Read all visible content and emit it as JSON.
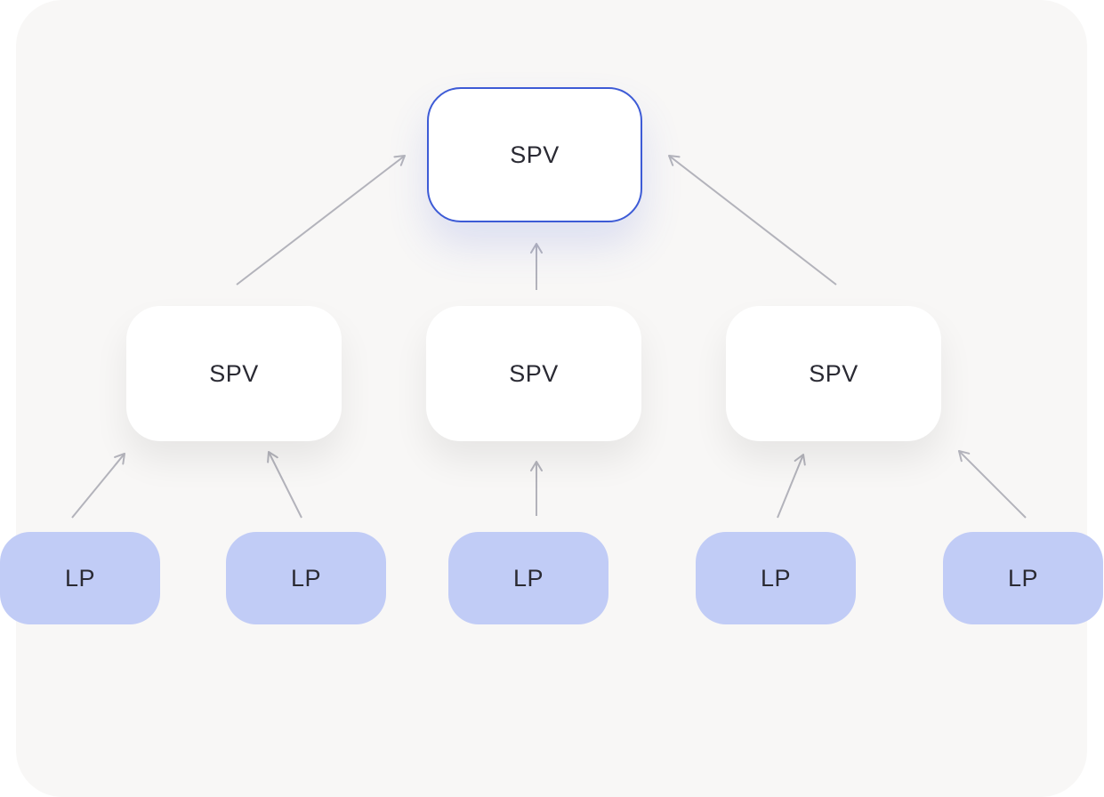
{
  "diagram": {
    "root": {
      "label": "SPV"
    },
    "middle": [
      {
        "label": "SPV"
      },
      {
        "label": "SPV"
      },
      {
        "label": "SPV"
      }
    ],
    "leaves": [
      {
        "label": "LP"
      },
      {
        "label": "LP"
      },
      {
        "label": "LP"
      },
      {
        "label": "LP"
      },
      {
        "label": "LP"
      }
    ],
    "edges": [
      {
        "from": "middle-1",
        "to": "root"
      },
      {
        "from": "middle-2",
        "to": "root"
      },
      {
        "from": "middle-3",
        "to": "root"
      },
      {
        "from": "leaf-1",
        "to": "middle-1"
      },
      {
        "from": "leaf-2",
        "to": "middle-1"
      },
      {
        "from": "leaf-3",
        "to": "middle-2"
      },
      {
        "from": "leaf-4",
        "to": "middle-3"
      },
      {
        "from": "leaf-5",
        "to": "middle-3"
      }
    ]
  },
  "colors": {
    "background_panel": "#f8f7f6",
    "spv_fill": "#ffffff",
    "root_border": "#3d5bd6",
    "lp_fill": "#c1ccf6",
    "arrow": "#b3b3bb",
    "text": "#2a2a33"
  }
}
